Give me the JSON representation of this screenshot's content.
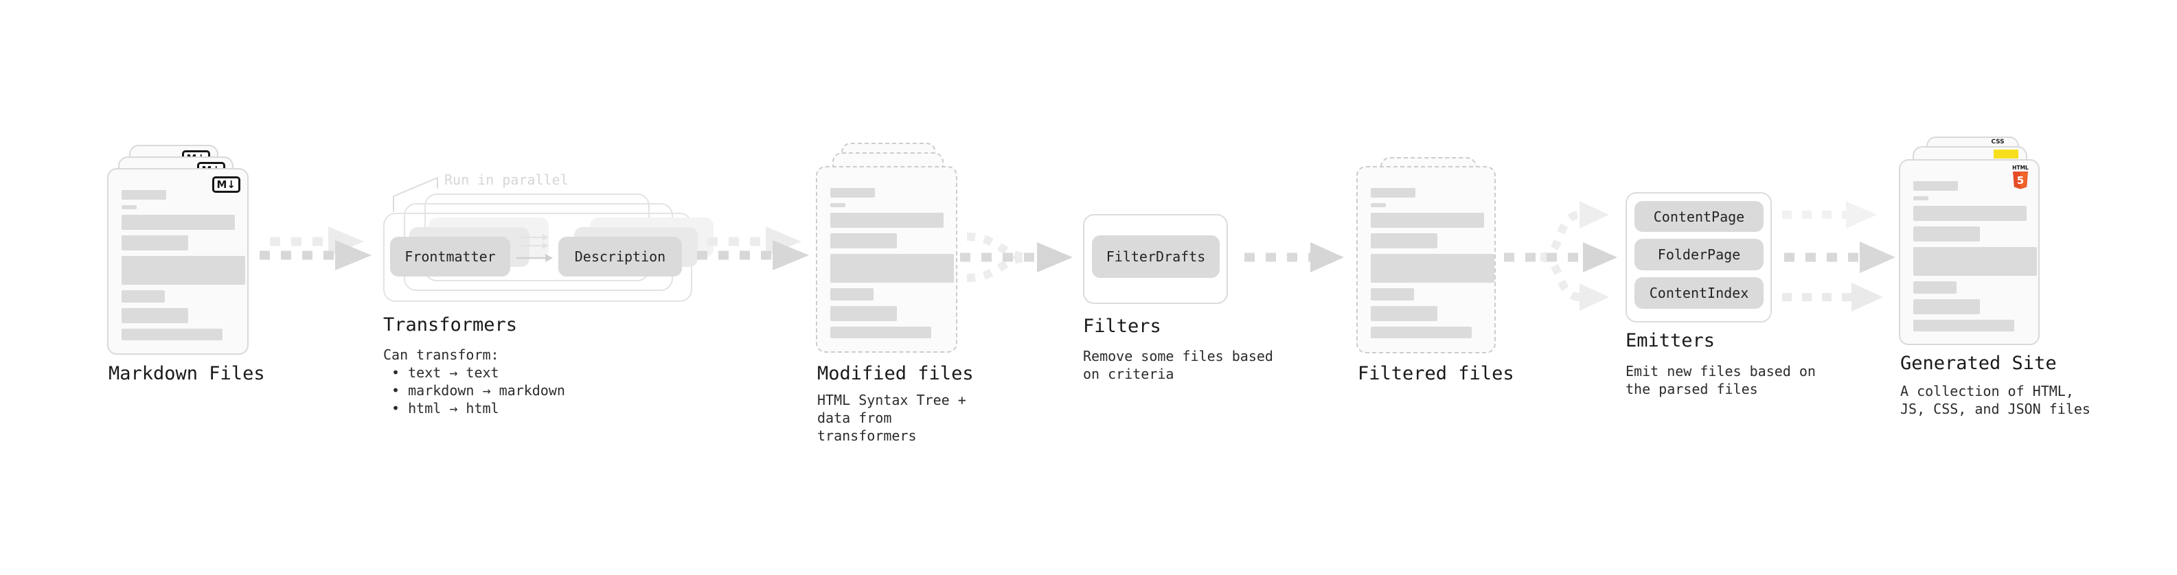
{
  "diagram": {
    "stages": {
      "markdown_files": {
        "label": "Markdown Files",
        "file_badge": "M↓"
      },
      "transformers": {
        "title": "Transformers",
        "annotation": "Run in parallel",
        "buttons": [
          "Frontmatter",
          "Description"
        ],
        "description": "Can transform:\n • text → text\n • markdown → markdown\n • html → html"
      },
      "modified_files": {
        "label": "Modified files",
        "description": "HTML Syntax Tree +\ndata from transformers"
      },
      "filters": {
        "title": "Filters",
        "buttons": [
          "FilterDrafts"
        ],
        "description": "Remove some files based\non criteria"
      },
      "filtered_files": {
        "label": "Filtered files"
      },
      "emitters": {
        "title": "Emitters",
        "buttons": [
          "ContentPage",
          "FolderPage",
          "ContentIndex"
        ],
        "description": "Emit new files based on\nthe parsed files"
      },
      "generated_site": {
        "label": "Generated Site",
        "description": "A collection of HTML,\nJS, CSS, and JSON files",
        "badges": {
          "css_label": "CSS",
          "html_label": "HTML",
          "html_number": "5"
        }
      }
    },
    "colors": {
      "html5_orange": "#e44d26",
      "html5_orange_light": "#f16529",
      "js_yellow": "#f7df1e",
      "css_blue": "#2760e5",
      "arrow_dark": "#d7d7d7",
      "arrow_light": "#ececec",
      "annotation_gray": "#d6d6d6",
      "text_primary": "#191919"
    }
  }
}
